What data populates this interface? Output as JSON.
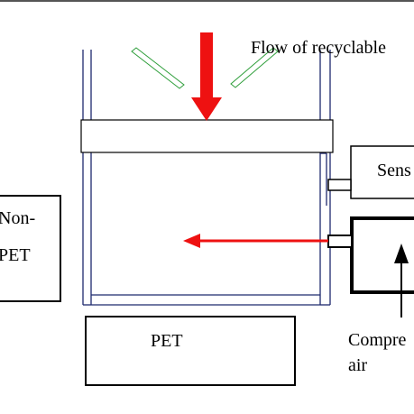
{
  "labels": {
    "flow": "Flow of recyclable",
    "sensor": "Sens",
    "non_pet_line1": "Non-",
    "non_pet_line2": "PET",
    "pet": "PET",
    "compressed_line1": "Compre",
    "compressed_line2": "air"
  },
  "colors": {
    "frame": "#1e2a6e",
    "arrow_red": "#ee1111",
    "deflector": "#2e9e3a",
    "box_border": "#000000",
    "top_rule": "#555555"
  }
}
